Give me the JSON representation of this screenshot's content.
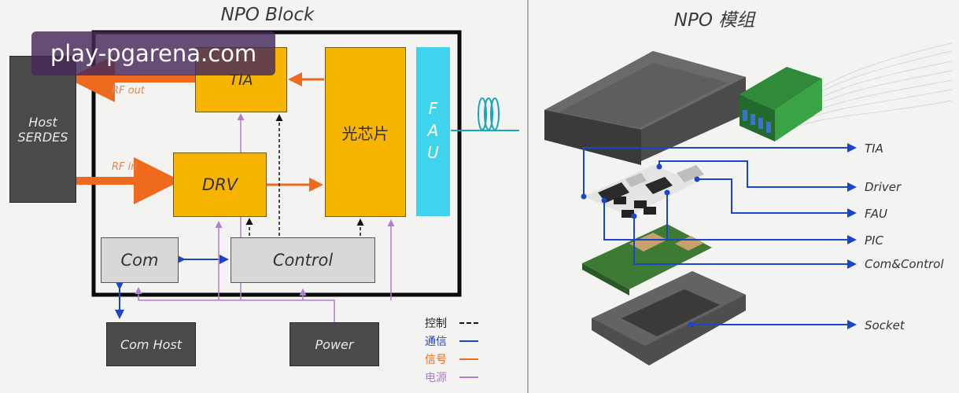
{
  "left": {
    "title": "NPO Block",
    "blocks": {
      "tia": "TIA",
      "drv": "DRV",
      "optical_chip": "光芯片",
      "fau": "FAU",
      "com": "Com",
      "control": "Control",
      "host_serdes": "Host SERDES",
      "com_host": "Com Host",
      "power": "Power"
    },
    "rf_out": "RF out",
    "rf_in": "RF in"
  },
  "legend": [
    {
      "label": "控制",
      "color": "#111111",
      "style": "dashed"
    },
    {
      "label": "通信",
      "color": "#1c46c9",
      "style": "solid"
    },
    {
      "label": "信号",
      "color": "#ee6a1f",
      "style": "solid"
    },
    {
      "label": "电源",
      "color": "#b27cd0",
      "style": "solid"
    }
  ],
  "right": {
    "title": "NPO 模组",
    "labels": [
      "TIA",
      "Driver",
      "FAU",
      "PIC",
      "Com&Control",
      "Socket"
    ]
  },
  "watermark": "play-pgarena.com",
  "colors": {
    "accent_yellow": "#f7b400",
    "fau_cyan": "#3fd3ee",
    "signal_orange": "#ee6a1f",
    "comm_blue": "#1c46c9",
    "power_purple": "#b27cd0"
  }
}
